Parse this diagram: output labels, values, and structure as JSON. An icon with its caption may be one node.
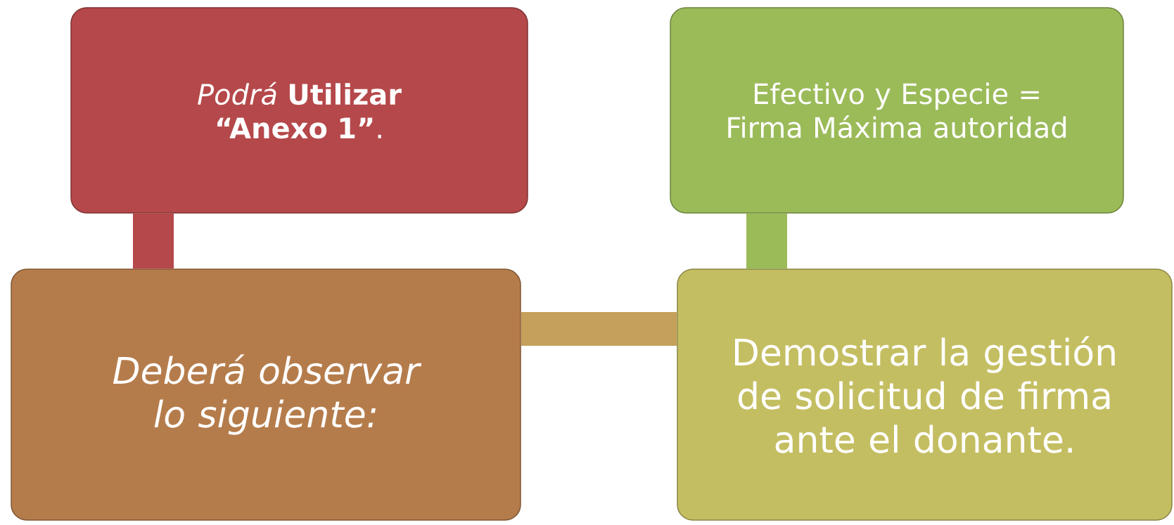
{
  "diagram": {
    "nodes": [
      {
        "text": [
          "*Podrá* **Utilizar** **“Anexo 1”**."
        ]
      },
      {
        "text": [
          "Efectivo y Especie = Firma Máxima autoridad"
        ]
      },
      {
        "text": [
          "Deberá observar lo siguiente:"
        ]
      },
      {
        "text": [
          "Demostrar la gestión de solicitud de firma ante el donante."
        ]
      }
    ],
    "edges": [
      {
        "from": 0,
        "to": 2,
        "arrow": "none",
        "color": "#b5484a"
      },
      {
        "from": 1,
        "to": 3,
        "arrow": "none",
        "color": "#9bbb59"
      },
      {
        "from": 2,
        "to": 3,
        "arrow": "none",
        "color": "#c4a05a"
      }
    ]
  }
}
